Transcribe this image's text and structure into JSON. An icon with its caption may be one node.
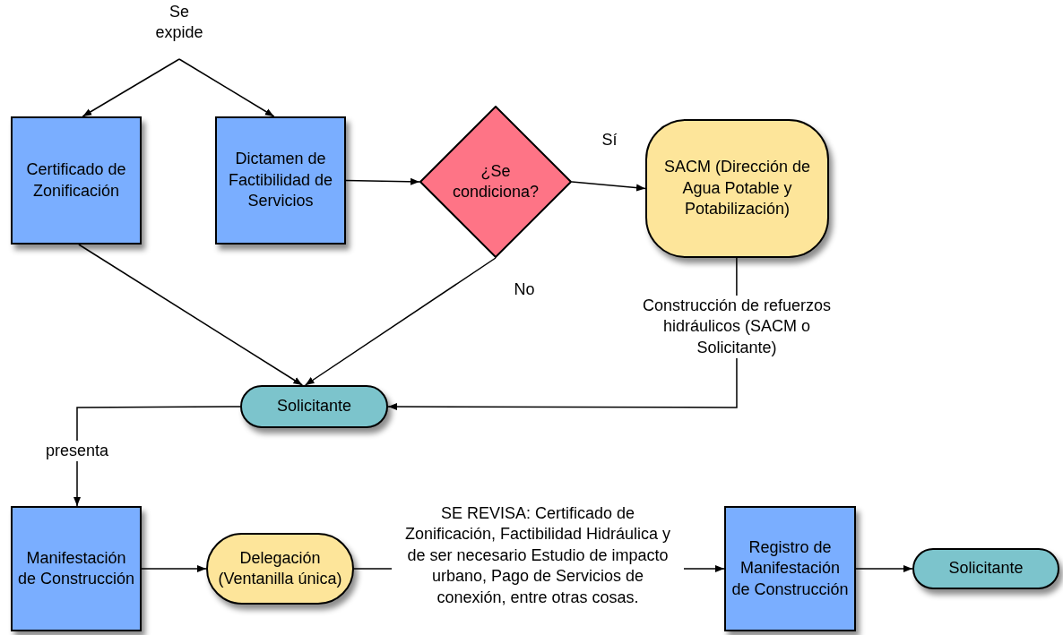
{
  "diagram": {
    "nodes": [
      {
        "text": [
          "Se expide"
        ]
      },
      {
        "text": [
          "Certificado de Zonificación"
        ]
      },
      {
        "text": [
          "Dictamen de Factibilidad de Servicios"
        ]
      },
      {
        "text": [
          "¿Se condiciona?"
        ]
      },
      {
        "text": [
          "SACM (Dirección de Agua Potable y Potabilización)"
        ]
      },
      {
        "text": [
          "Solicitante"
        ]
      },
      {
        "text": [
          "Manifestación de Construcción"
        ]
      },
      {
        "text": [
          "Delegación (Ventanilla única)"
        ]
      },
      {
        "text": [
          "Registro de Manifestación de Construcción"
        ]
      },
      {
        "text": [
          "Solicitante"
        ]
      }
    ],
    "edges": [
      {
        "from": 0,
        "to": 1,
        "arrow": "to"
      },
      {
        "from": 0,
        "to": 2,
        "arrow": "to"
      },
      {
        "from": 2,
        "to": 3,
        "arrow": "to"
      },
      {
        "from": 3,
        "to": 4,
        "arrow": "to",
        "label": "Sí"
      },
      {
        "from": 3,
        "to": 5,
        "arrow": "to",
        "label": "No"
      },
      {
        "from": 1,
        "to": 5,
        "arrow": "to"
      },
      {
        "from": 4,
        "to": 5,
        "arrow": "to",
        "label": "Construcción de refuerzos hidráulicos (SACM o Solicitante)"
      },
      {
        "from": 5,
        "to": 6,
        "arrow": "to",
        "label": "presenta"
      },
      {
        "from": 6,
        "to": 7,
        "arrow": "to"
      },
      {
        "from": 7,
        "to": 8,
        "arrow": "to",
        "label": "SE REVISA: Certificado de Zonificación, Factibilidad Hidráulica y de ser necesario Estudio de impacto urbano, Pago de Servicios de conexión, entre otras cosas."
      },
      {
        "from": 8,
        "to": 9,
        "arrow": "to"
      }
    ]
  }
}
